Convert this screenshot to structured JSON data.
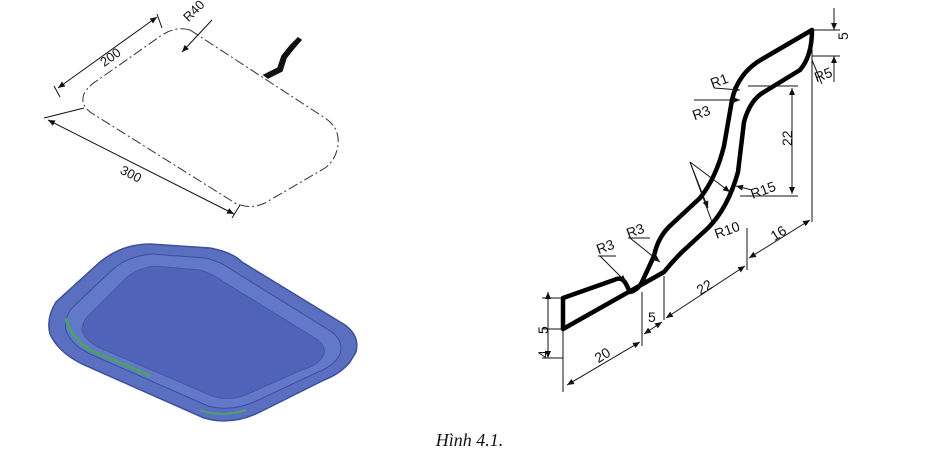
{
  "caption": "Hình 4.1.",
  "sketch_dims": {
    "radius": "R40",
    "width": "200",
    "length": "300"
  },
  "profile_dims": {
    "r1": "R1",
    "r3_top": "R3",
    "r15": "R15",
    "r10": "R10",
    "r5": "R5",
    "r3_a": "R3",
    "r3_b": "R3",
    "d5_top": "5",
    "d22_vert": "22",
    "d16": "16",
    "d22_horiz": "22",
    "d5_step": "5",
    "d20": "20",
    "d4": "4",
    "d5_left": "5"
  },
  "colors": {
    "tray_fill": "#5a6fc0",
    "tray_edge": "#3d4f9e",
    "tray_inner": "#6278c8",
    "tray_rim": "#4ea06a"
  }
}
